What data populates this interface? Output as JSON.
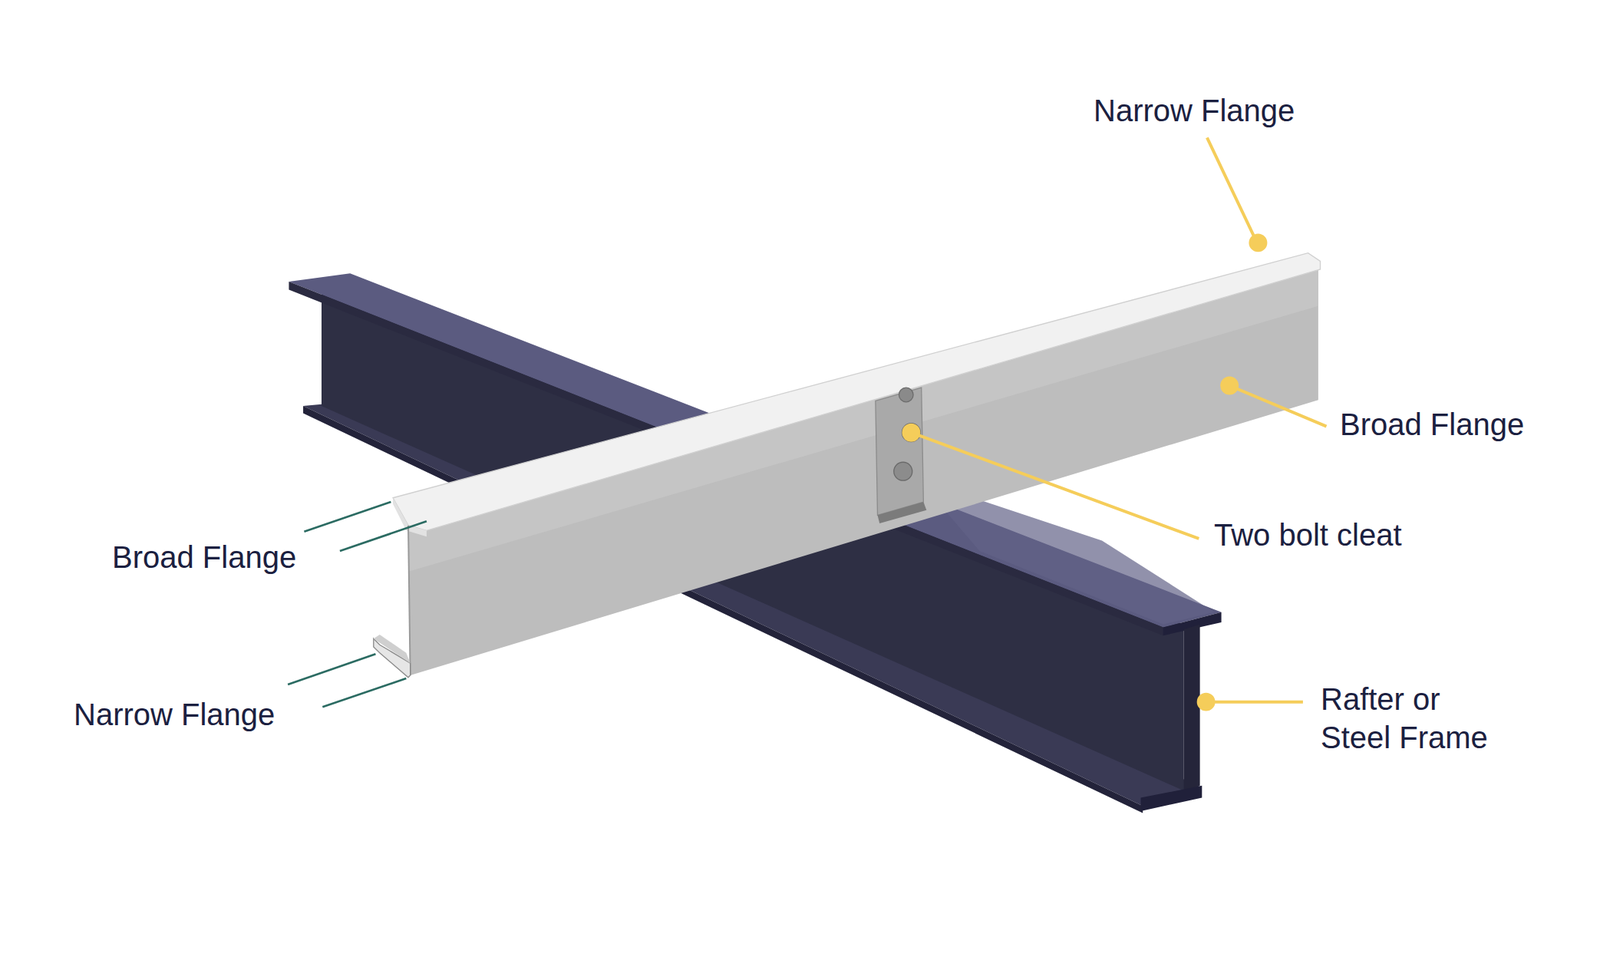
{
  "diagram": {
    "labels": [
      "Narrow Flange",
      "Broad Flange",
      "Two bolt cleat",
      "Broad Flange",
      "Rafter or Steel Frame",
      "Narrow Flange"
    ]
  }
}
